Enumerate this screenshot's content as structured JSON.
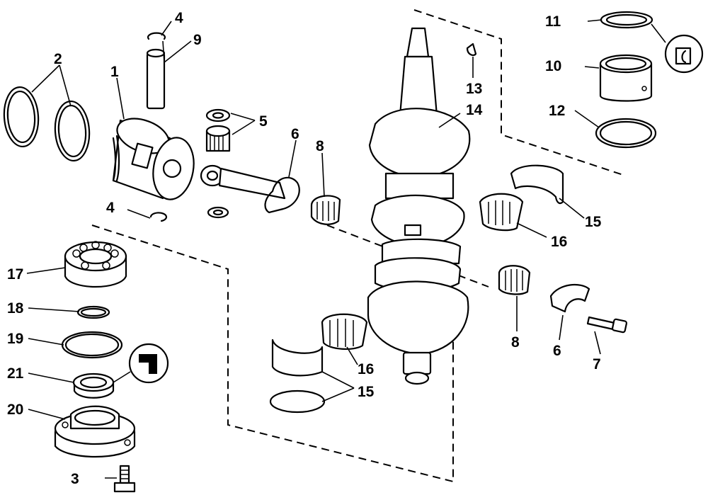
{
  "diagram": {
    "callouts": {
      "c1": "1",
      "c2": "2",
      "c3": "3",
      "c4a": "4",
      "c4b": "4",
      "c5": "5",
      "c6a": "6",
      "c6b": "6",
      "c7": "7",
      "c8a": "8",
      "c8b": "8",
      "c9": "9",
      "c10": "10",
      "c11": "11",
      "c12": "12",
      "c13": "13",
      "c14": "14",
      "c15a": "15",
      "c15b": "15",
      "c16a": "16",
      "c16b": "16",
      "c17": "17",
      "c18": "18",
      "c19": "19",
      "c20": "20",
      "c21": "21"
    }
  }
}
